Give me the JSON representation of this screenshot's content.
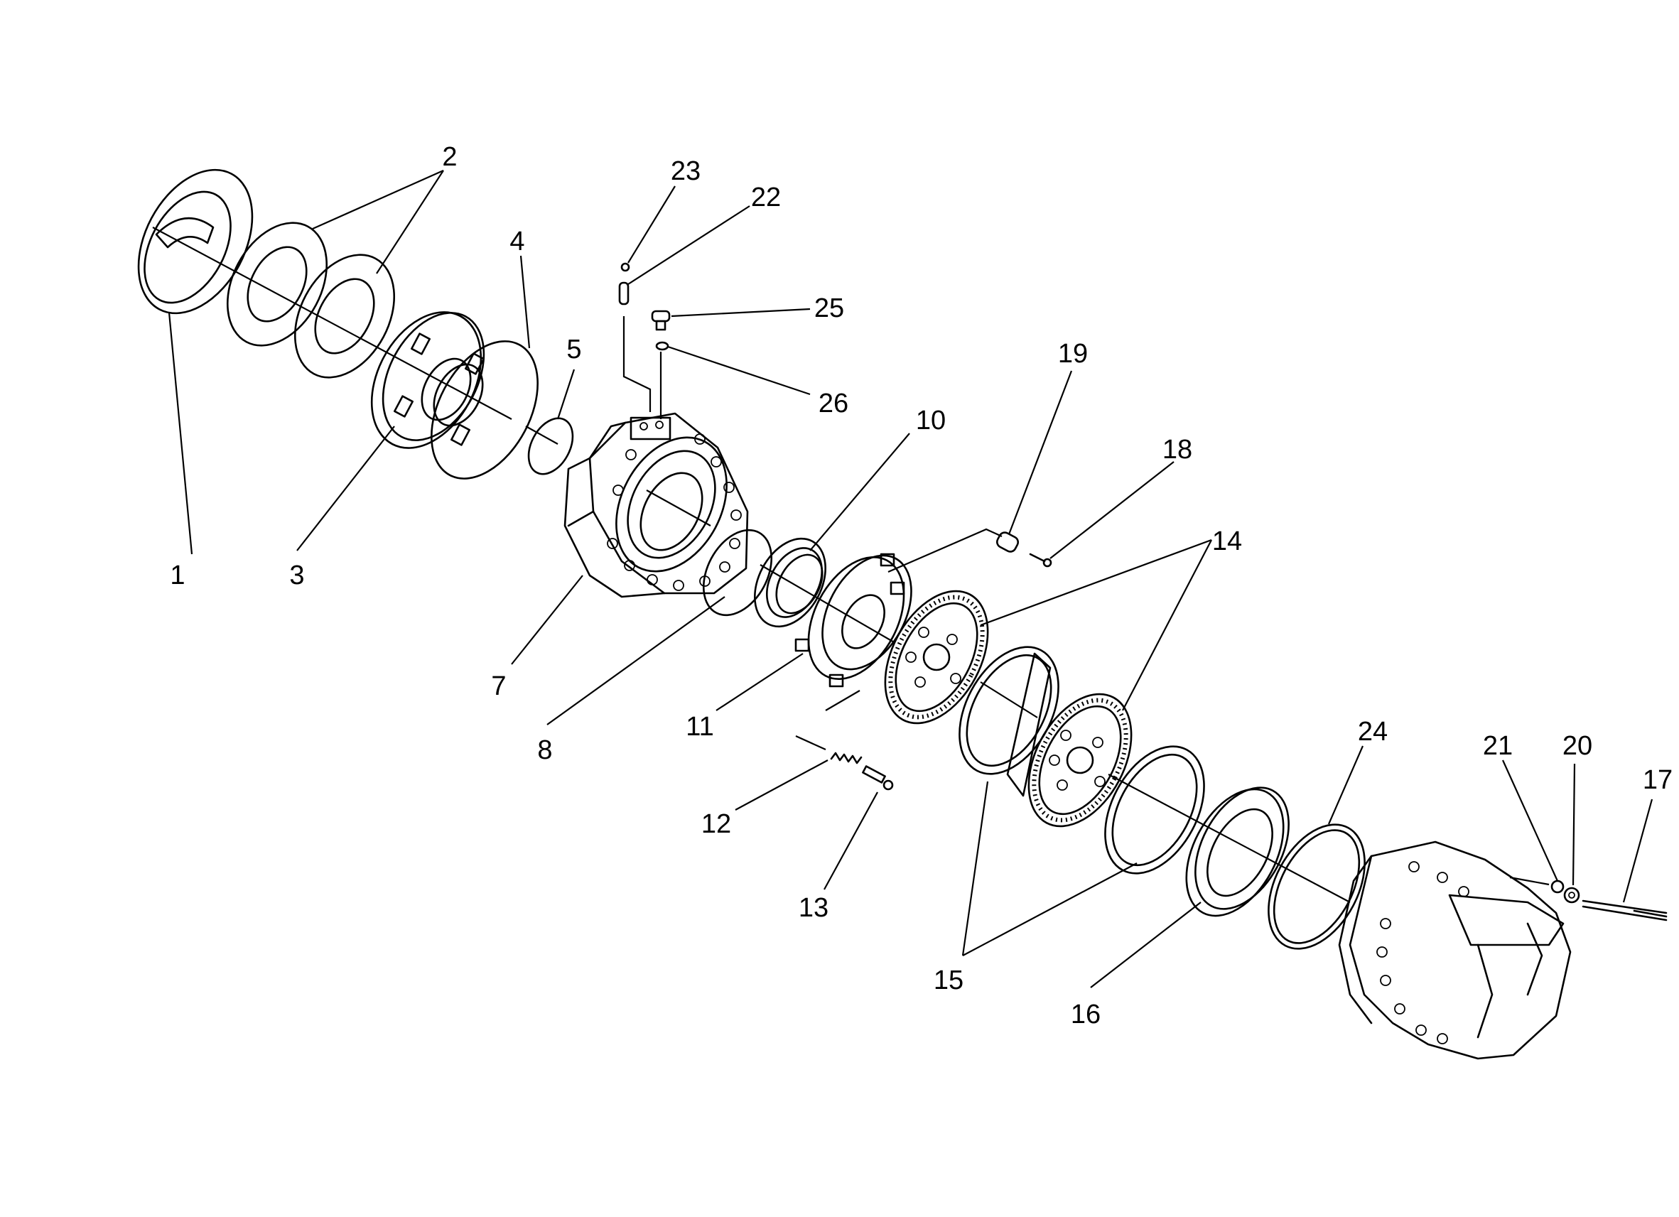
{
  "callouts": [
    {
      "id": "1",
      "label": "1"
    },
    {
      "id": "2",
      "label": "2"
    },
    {
      "id": "3",
      "label": "3"
    },
    {
      "id": "4",
      "label": "4"
    },
    {
      "id": "5",
      "label": "5"
    },
    {
      "id": "7",
      "label": "7"
    },
    {
      "id": "8",
      "label": "8"
    },
    {
      "id": "10",
      "label": "10"
    },
    {
      "id": "11",
      "label": "11"
    },
    {
      "id": "12",
      "label": "12"
    },
    {
      "id": "13",
      "label": "13"
    },
    {
      "id": "14",
      "label": "14"
    },
    {
      "id": "15",
      "label": "15"
    },
    {
      "id": "16",
      "label": "16"
    },
    {
      "id": "17",
      "label": "17"
    },
    {
      "id": "18",
      "label": "18"
    },
    {
      "id": "19",
      "label": "19"
    },
    {
      "id": "20",
      "label": "20"
    },
    {
      "id": "21",
      "label": "21"
    },
    {
      "id": "22",
      "label": "22"
    },
    {
      "id": "23",
      "label": "23"
    },
    {
      "id": "24",
      "label": "24"
    },
    {
      "id": "25",
      "label": "25"
    },
    {
      "id": "26",
      "label": "26"
    }
  ]
}
